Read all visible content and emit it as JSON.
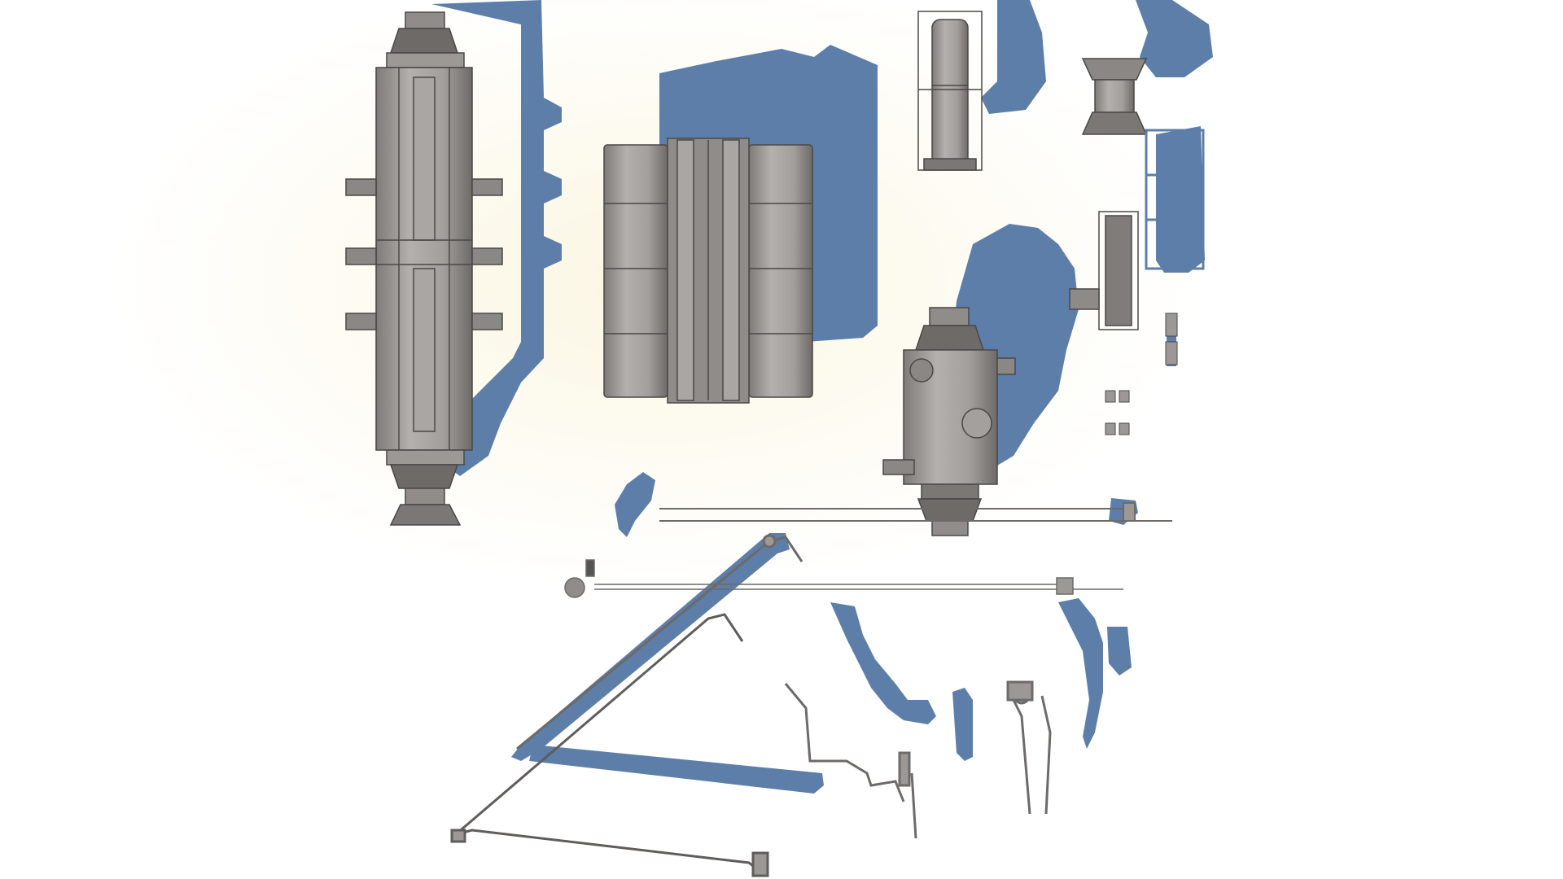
{
  "scene": {
    "kind": "3d-render-kitbash-sheet",
    "background": "#ffffff",
    "glow": "#fbf7e7",
    "colors": {
      "metal": "#9c9895",
      "metal_light": "#c2bfbc",
      "metal_dark": "#5f5c5a",
      "edge": "#4a4846",
      "shadow": "#5c7ea8"
    },
    "parts": [
      {
        "id": "tall-habitat-module"
      },
      {
        "id": "twin-tank-block"
      },
      {
        "id": "caged-cylinder-tank"
      },
      {
        "id": "small-node-module"
      },
      {
        "id": "side-cage-frame"
      },
      {
        "id": "small-cage-frame"
      },
      {
        "id": "hub-node-module"
      },
      {
        "id": "long-truss-boom"
      },
      {
        "id": "thin-antenna-boom"
      },
      {
        "id": "robotic-arm-large"
      },
      {
        "id": "robotic-arm-small"
      },
      {
        "id": "grapple-arm-a"
      },
      {
        "id": "grapple-arm-b"
      },
      {
        "id": "small-bits"
      }
    ]
  }
}
